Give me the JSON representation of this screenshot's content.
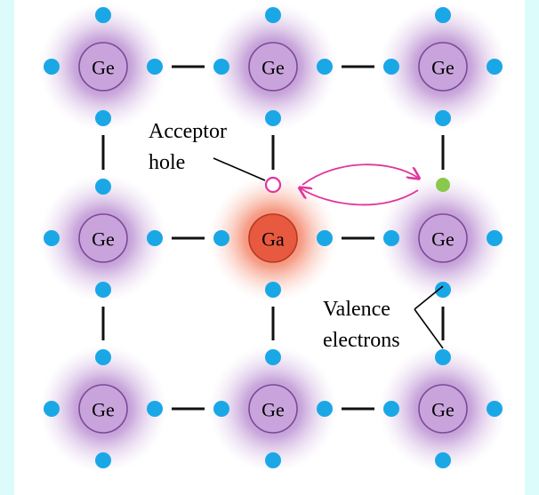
{
  "atoms": [
    {
      "symbol": "Ge",
      "kind": "host"
    },
    {
      "symbol": "Ge",
      "kind": "host"
    },
    {
      "symbol": "Ge",
      "kind": "host"
    },
    {
      "symbol": "Ge",
      "kind": "host"
    },
    {
      "symbol": "Ga",
      "kind": "dopant"
    },
    {
      "symbol": "Ge",
      "kind": "host"
    },
    {
      "symbol": "Ge",
      "kind": "host"
    },
    {
      "symbol": "Ge",
      "kind": "host"
    },
    {
      "symbol": "Ge",
      "kind": "host"
    }
  ],
  "annotations": {
    "acceptor_line1": "Acceptor",
    "acceptor_line2": "hole",
    "valence_line1": "Valence",
    "valence_line2": "electrons"
  },
  "colors": {
    "host_glow": "#a16dc0",
    "host_core": "#c9a4dc",
    "dopant_glow": "#f06a4a",
    "dopant_core": "#e85a40",
    "electron": "#1aa7e6",
    "hole_outline": "#e0359e",
    "moved_electron": "#88c84a",
    "bond": "#111111",
    "arrow": "#e0359e"
  }
}
